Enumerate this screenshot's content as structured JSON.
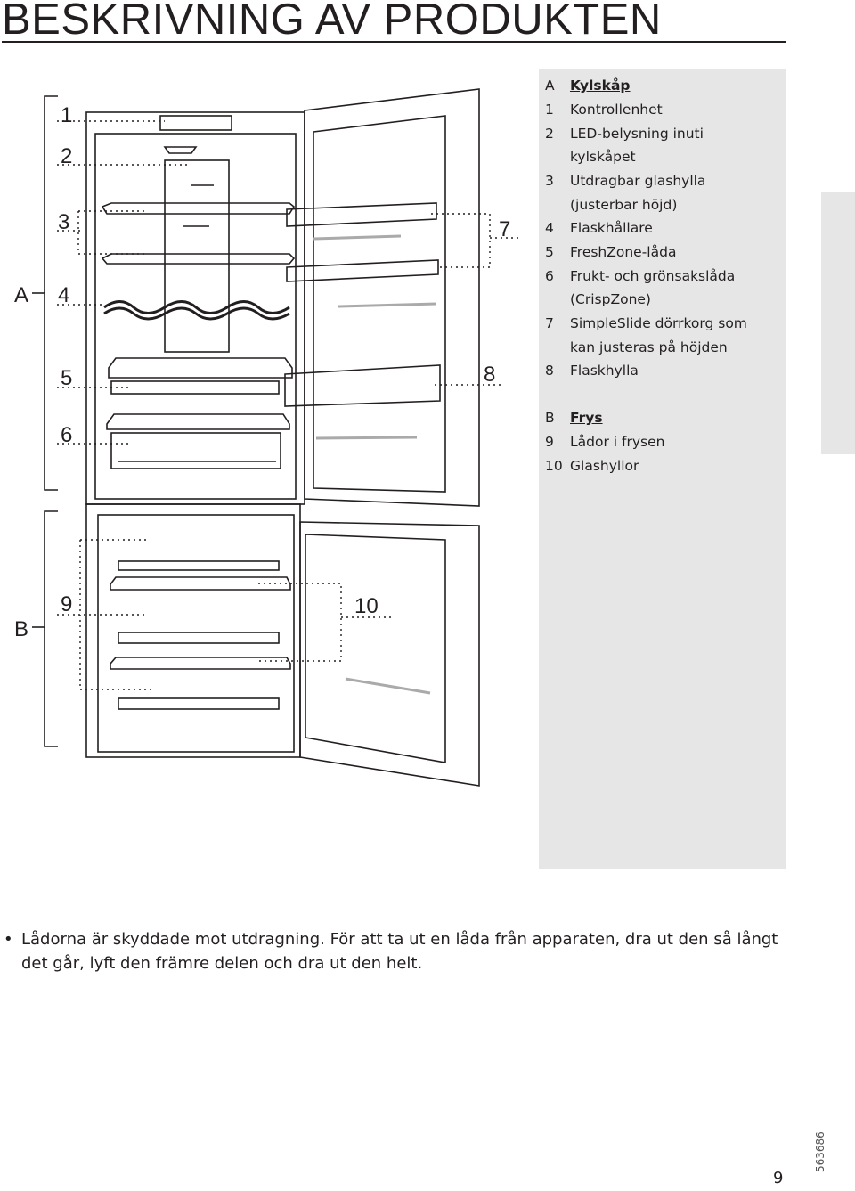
{
  "header": {
    "title": "BESKRIVNING AV PRODUKTEN"
  },
  "diagram": {
    "callouts": {
      "A": "A",
      "B": "B",
      "n1": "1",
      "n2": "2",
      "n3": "3",
      "n4": "4",
      "n5": "5",
      "n6": "6",
      "n7": "7",
      "n8": "8",
      "n9": "9",
      "n10": "10"
    }
  },
  "legend": {
    "fridge": {
      "key": "A",
      "label": "Kylskåp",
      "items": [
        {
          "num": "1",
          "lines": [
            "Kontrollenhet"
          ]
        },
        {
          "num": "2",
          "lines": [
            "LED-belysning inuti",
            "kylskåpet"
          ]
        },
        {
          "num": "3",
          "lines": [
            "Utdragbar glashylla",
            "(justerbar höjd)"
          ]
        },
        {
          "num": "4",
          "lines": [
            "Flaskhållare"
          ]
        },
        {
          "num": "5",
          "lines": [
            "FreshZone-låda"
          ]
        },
        {
          "num": "6",
          "lines": [
            "Frukt- och grönsakslåda",
            "(CrispZone)"
          ]
        },
        {
          "num": "7",
          "lines": [
            "SimpleSlide dörrkorg som",
            "kan justeras på höjden"
          ]
        },
        {
          "num": "8",
          "lines": [
            "Flaskhylla"
          ]
        }
      ]
    },
    "freezer": {
      "key": "B",
      "label": "Frys",
      "items": [
        {
          "num": "9",
          "lines": [
            "Lådor i frysen"
          ]
        },
        {
          "num": "10",
          "lines": [
            "Glashyllor"
          ]
        }
      ]
    }
  },
  "note": {
    "bullet": "•",
    "text": "Lådorna är skyddade mot utdragning. För att ta ut en låda från apparaten, dra ut den så långt det går, lyft den främre delen och dra ut den helt."
  },
  "footer": {
    "page_number": "9",
    "doc_code": "563686"
  }
}
